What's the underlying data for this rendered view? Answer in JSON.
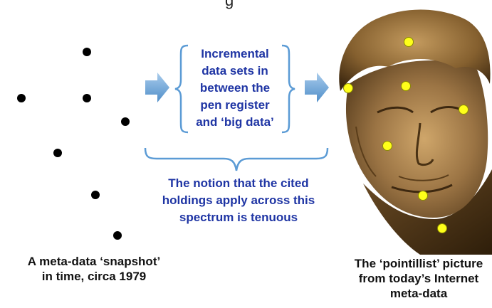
{
  "top_cut_text": "g",
  "left_caption": [
    "A meta-data ‘snapshot’",
    "in time, circa 1979"
  ],
  "middle_box_text": [
    "Incremental",
    "data sets in",
    "between the",
    "pen register",
    "and ‘big data’"
  ],
  "notion_text": [
    "The notion that the cited",
    "holdings apply across this",
    "spectrum is tenuous"
  ],
  "right_caption": [
    "The ‘pointillist’ picture",
    "from today’s Internet",
    "meta-data"
  ],
  "colors": {
    "accent_text": "#1f35a4",
    "arrow": "#6fa8dc",
    "brace": "#5b9bd5",
    "point_dot": "#000000",
    "highlight_dot": "#ffff1a"
  },
  "icons": {
    "arrow": "right-arrow-icon",
    "brace": "curly-brace-icon",
    "face": "bronze-bust-image"
  }
}
